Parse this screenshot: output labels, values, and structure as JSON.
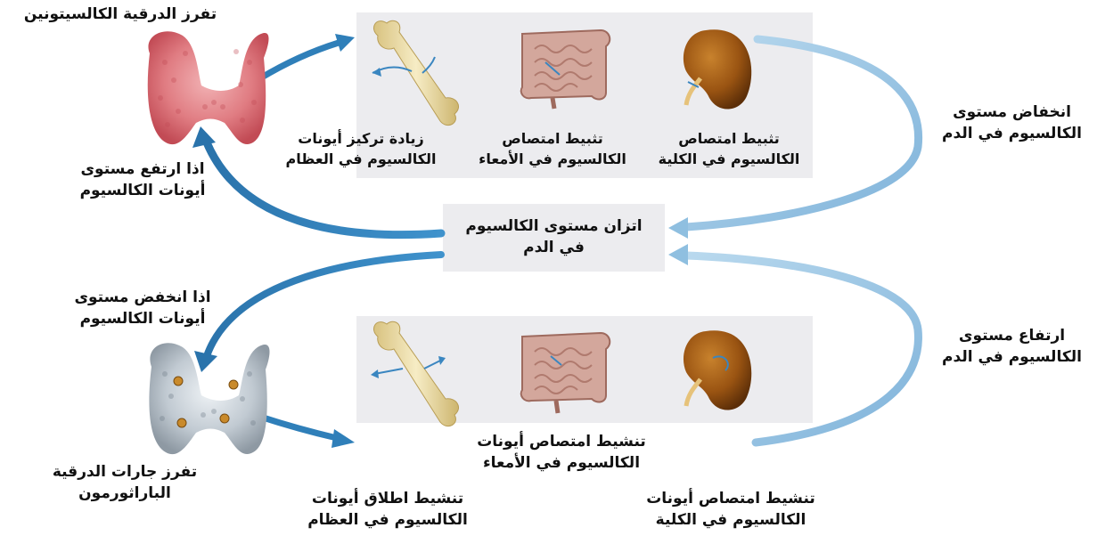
{
  "top": {
    "gland_label": "تفرز الدرقية الكالسيتونين",
    "trigger": [
      "اذا ارتفع مستوى",
      "أيونات الكالسيوم"
    ],
    "effects": [
      [
        "زيادة تركيز أيونات",
        "الكالسيوم في العظام"
      ],
      [
        "تثبيط امتصاص",
        "الكالسيوم في الأمعاء"
      ],
      [
        "تثبيط امتصاص",
        "الكالسيوم في الكلية"
      ]
    ],
    "result": [
      "انخفاض مستوى",
      "الكالسيوم في الدم"
    ]
  },
  "center": {
    "balance": [
      "اتزان مستوى الكالسيوم",
      "في الدم"
    ]
  },
  "bottom": {
    "trigger": [
      "اذا انخفض مستوى",
      "أيونات الكالسيوم"
    ],
    "gland_label": [
      "تفرز جارات الدرقية",
      "الباراثورمون"
    ],
    "effects": [
      [
        "تنشيط اطلاق أيونات",
        "الكالسيوم في العظام"
      ],
      [
        "تنشيط امتصاص أيونات",
        "الكالسيوم في الأمعاء"
      ],
      [
        "تنشيط امتصاص أيونات",
        "الكالسيوم في الكلية"
      ]
    ],
    "result": [
      "ارتفاع مستوى",
      "الكالسيوم في الدم"
    ]
  },
  "colors": {
    "dark_arrow": "#2f7fb9",
    "light_arrow": "#8fbfe0",
    "panel": "#ececef",
    "thyroid_top": "#d9666e",
    "thyroid_bottom": "#b7c0c8",
    "bone": "#ecdca3",
    "kidney": "#9a5412",
    "intestine": "#c99a8e"
  }
}
